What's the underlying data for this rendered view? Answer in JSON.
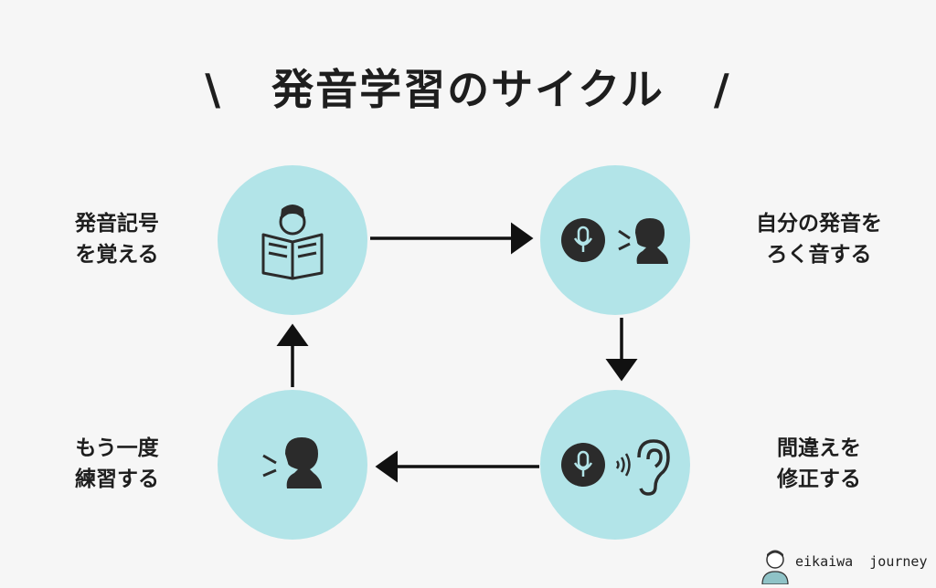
{
  "title": "\\   発音学習のサイクル   /",
  "steps": [
    {
      "line1": "発音記号",
      "line2": "を覚える"
    },
    {
      "line1": "自分の発音を",
      "line2": "ろく音する"
    },
    {
      "line1": "間違えを",
      "line2": "修正する"
    },
    {
      "line1": "もう一度",
      "line2": "練習する"
    }
  ],
  "brand": {
    "text": "eikaiwa  journey"
  },
  "colors": {
    "circle": "#b2e4e8",
    "icon": "#2b2b2b",
    "background": "#f6f6f6"
  },
  "icons": [
    "reader-icon",
    "microphone-icon",
    "speaker-icon",
    "ear-icon",
    "speaking-person-icon"
  ]
}
